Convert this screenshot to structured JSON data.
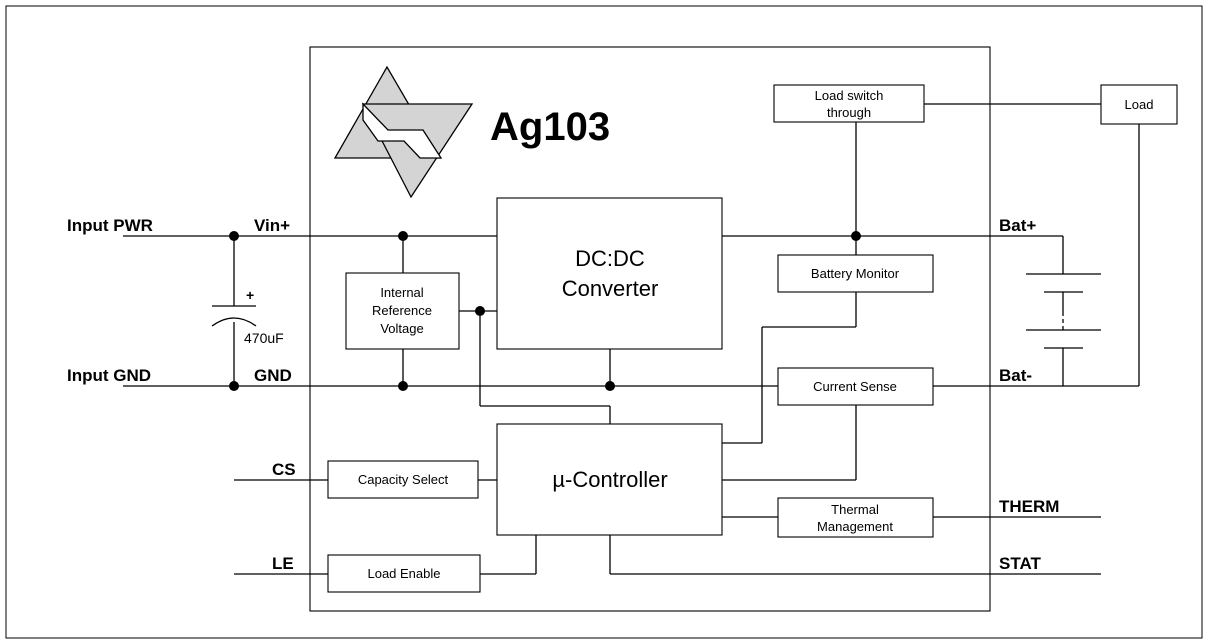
{
  "chip": {
    "title": "Ag103"
  },
  "pins": {
    "input_pwr": "Input PWR",
    "input_gnd": "Input GND",
    "vin_plus": "Vin+",
    "gnd": "GND",
    "cs": "CS",
    "le": "LE",
    "bat_plus": "Bat+",
    "bat_minus": "Bat-",
    "therm": "THERM",
    "stat": "STAT"
  },
  "capacitor": {
    "polarity": "+",
    "value": "470uF"
  },
  "blocks": {
    "load_switch": [
      "Load switch",
      "through"
    ],
    "load": "Load",
    "dcdc": [
      "DC:DC",
      "Converter"
    ],
    "battery_monitor": "Battery Monitor",
    "internal_ref": [
      "Internal",
      "Reference",
      "Voltage"
    ],
    "current_sense": "Current Sense",
    "capacity_select": "Capacity Select",
    "controller": "µ-Controller",
    "thermal": [
      "Thermal",
      "Management"
    ],
    "load_enable": "Load Enable"
  }
}
